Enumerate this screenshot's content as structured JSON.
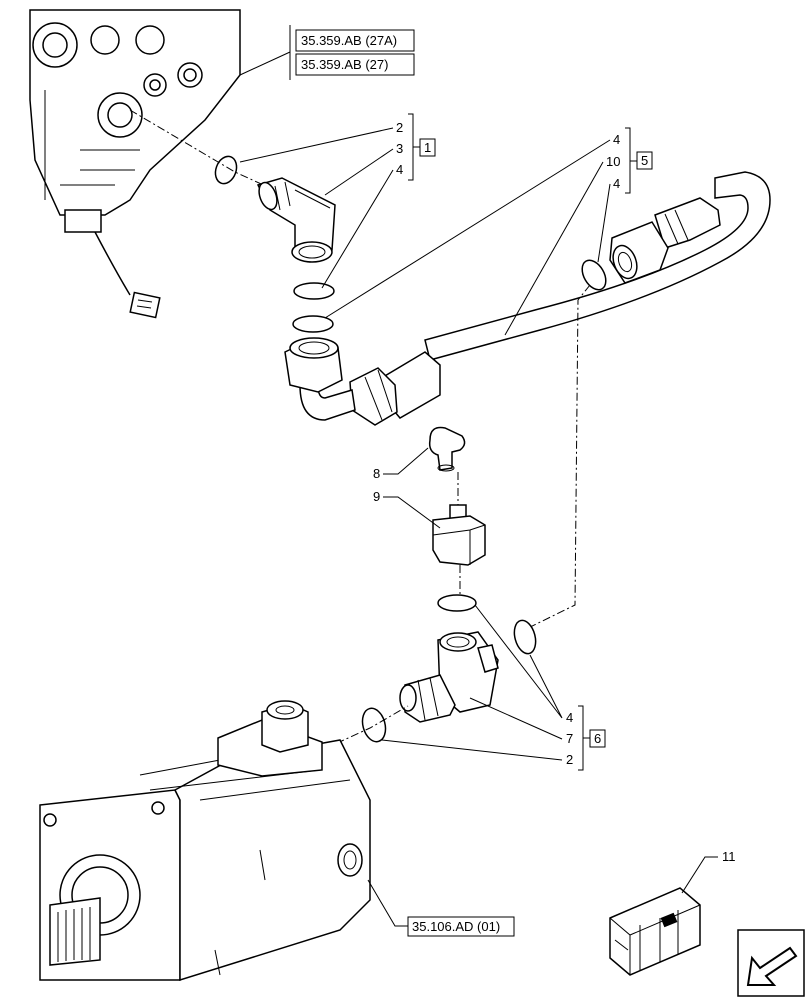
{
  "references": {
    "top_a": "35.359.AB (27A)",
    "top_b": "35.359.AB (27)",
    "bottom": "35.106.AD (01)"
  },
  "callouts": {
    "c2a": "2",
    "c3": "3",
    "c4a": "4",
    "g1": "1",
    "c4b": "4",
    "c10": "10",
    "g5": "5",
    "c4c": "4",
    "c8": "8",
    "c9": "9",
    "c4d": "4",
    "c7": "7",
    "c2b": "2",
    "g6": "6",
    "c11": "11"
  },
  "icons": [
    "arrow-navigation-icon",
    "crate-kit-icon"
  ]
}
